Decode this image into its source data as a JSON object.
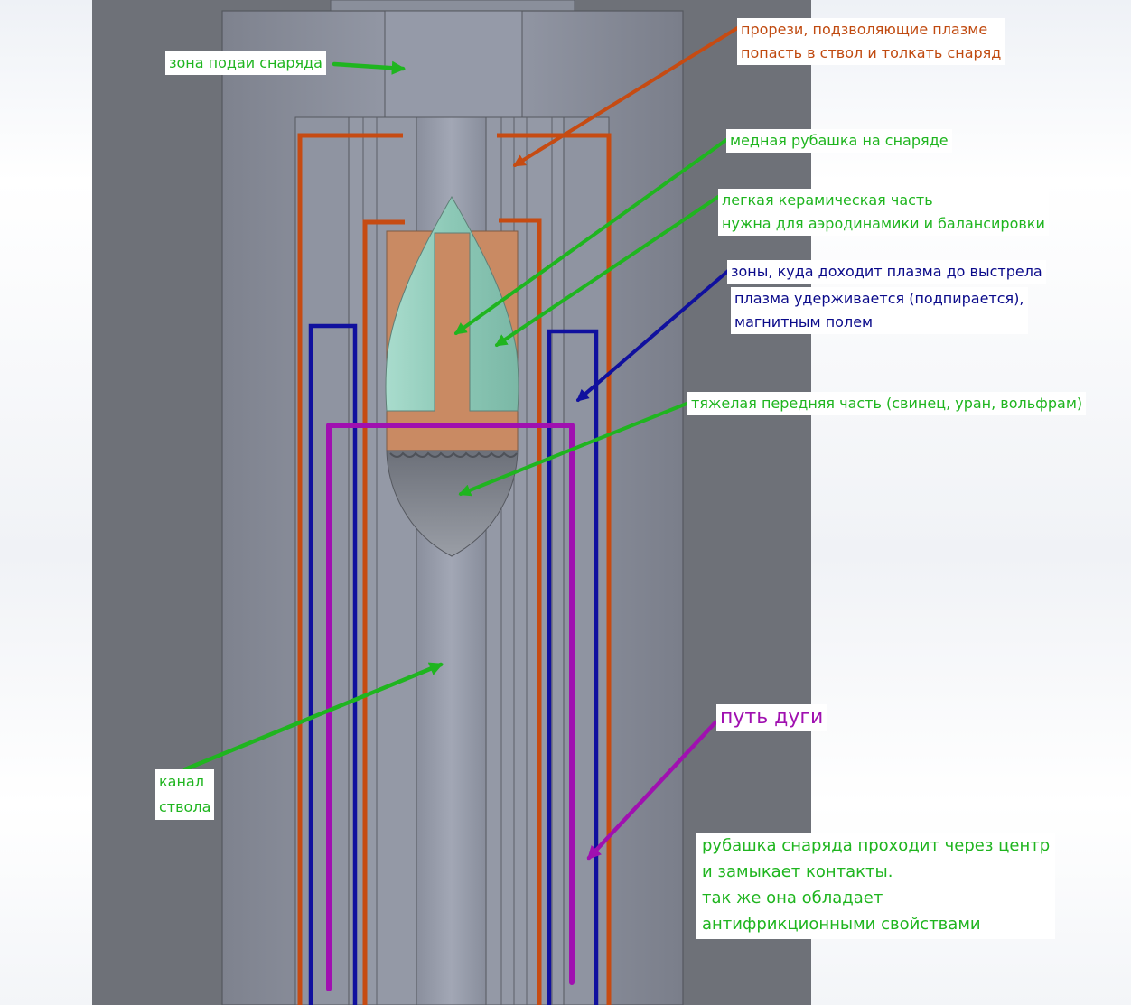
{
  "colors": {
    "outer_housing": "#6e7178",
    "barrel_body": "#8c919e",
    "copper_path": "#c64b12",
    "plasma_zone": "#10109e",
    "arc_path": "#a010b0",
    "annotation_green": "#1fb51f",
    "ceramic_tip": "#8fc9b9",
    "copper_jacket": "#c98a63",
    "heavy_front": "#858992"
  },
  "labels": {
    "feed_zone": "зона подаи снаряда",
    "slots": [
      "прорези, подзволяющие плазме",
      "попасть в ствол и толкать снаряд"
    ],
    "copper_jacket": "медная рубашка на снаряде",
    "ceramic_part": [
      "легкая керамическая часть",
      "нужна для аэродинамики и балансировки"
    ],
    "plasma_zones": "зоны, куда доходит плазма до выстрела",
    "plasma_hold": [
      "плазма удерживается (подпирается),",
      "магнитным полем"
    ],
    "heavy_front": "тяжелая передняя часть (свинец, уран, вольфрам)",
    "bore": [
      "канал",
      "ствола"
    ],
    "arc_path": "путь дуги",
    "jacket_note": [
      "рубашка снаряда проходит через центр",
      "и замыкает контакты.",
      "так же она обладает",
      "антифрикционными свойствами"
    ]
  }
}
